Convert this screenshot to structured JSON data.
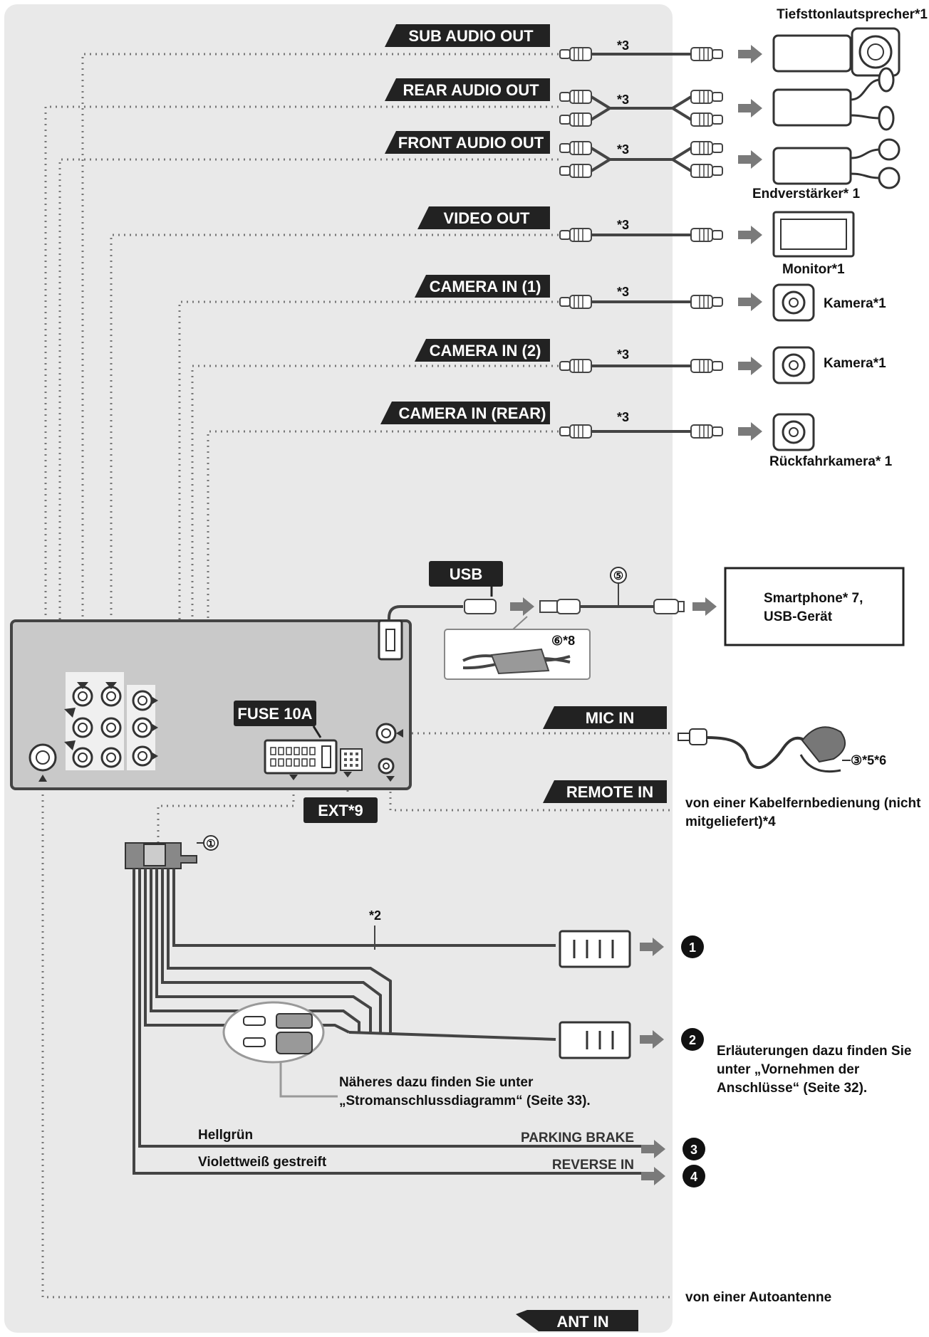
{
  "colors": {
    "panel": "#e9e9e9",
    "tag": "#222222",
    "wire": "#444444",
    "dotted": "#777777",
    "arrow": "#7a7a7a",
    "badge": "#111111"
  },
  "outputs": [
    {
      "label": "SUB AUDIO OUT",
      "mark": "*3"
    },
    {
      "label": "REAR AUDIO OUT",
      "mark": "*3"
    },
    {
      "label": "FRONT AUDIO OUT",
      "mark": "*3"
    },
    {
      "label": "VIDEO OUT",
      "mark": "*3"
    },
    {
      "label": "CAMERA IN (1)",
      "mark": "*3"
    },
    {
      "label": "CAMERA IN (2)",
      "mark": "*3"
    },
    {
      "label": "CAMERA IN (REAR)",
      "mark": "*3"
    }
  ],
  "devices": {
    "subwoofer": "Tiefsttonlautsprecher*1",
    "amplifier": "Endverstärker* 1",
    "monitor": "Monitor*1",
    "camera1": "Kamera*1",
    "camera2": "Kamera*1",
    "rear_camera": "Rückfahrkamera* 1"
  },
  "usb": {
    "tag": "USB",
    "circle5": "⑤",
    "circle6_note": "⑥*8",
    "device_line1": "Smartphone* 7,",
    "device_line2": "USB-Gerät"
  },
  "unit": {
    "fuse": "FUSE 10A",
    "ext": "EXT*9"
  },
  "mic": {
    "tag": "MIC IN",
    "part_note": "③*5*6"
  },
  "remote": {
    "tag": "REMOTE IN",
    "note_line1": "von einer Kabelfernbedienung (nicht",
    "note_line2": "mitgeliefert)*4"
  },
  "harness": {
    "circle1": "①",
    "mark2": "*2",
    "badge1": "1",
    "badge2": "2",
    "badge3": "3",
    "badge4": "4",
    "power_note_line1": "Näheres dazu finden Sie unter",
    "power_note_line2": "„Stromanschlussdiagramm“ (Seite 33).",
    "explain_line1": "Erläuterungen dazu finden Sie",
    "explain_line2": "unter „Vornehmen der",
    "explain_line3": "Anschlüsse“ (Seite 32).",
    "wire_green": "Hellgrün",
    "wire_violet": "Violettweiß gestreift",
    "parking": "PARKING BRAKE",
    "reverse": "REVERSE IN"
  },
  "antenna": {
    "note": "von einer Autoantenne",
    "tag": "ANT IN"
  }
}
